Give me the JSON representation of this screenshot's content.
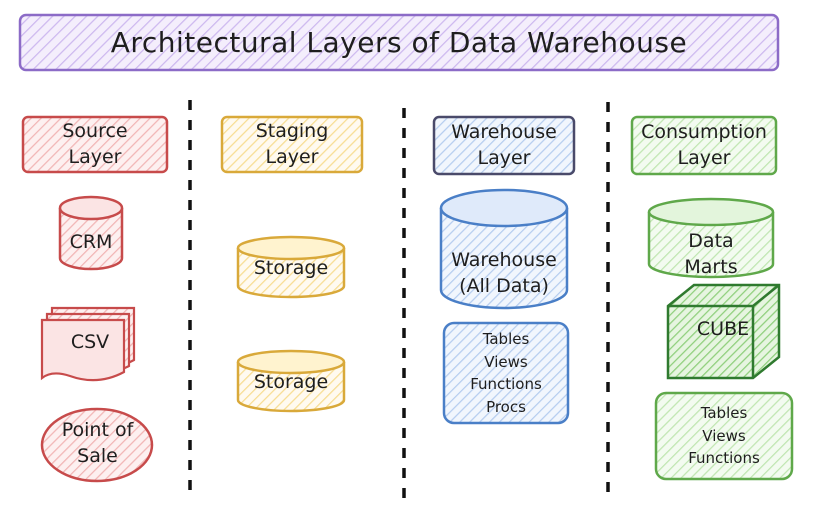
{
  "title": "Architectural Layers of Data Warehouse",
  "colors": {
    "purple": "#8c6bc7",
    "purple_fill": "#d9c8f2",
    "red": "#c74b4b",
    "red_fill": "#f6c9c9",
    "yellow": "#d9a93a",
    "yellow_fill": "#fbe7a6",
    "blue": "#4a7fc7",
    "blue_fill": "#c6daf5",
    "green": "#5fa84a",
    "green_fill": "#cfecc4",
    "dark_green": "#2f7a2f"
  },
  "layers": {
    "source": {
      "label": "Source\nLayer",
      "items": [
        "CRM",
        "CSV",
        "Point of\nSale"
      ]
    },
    "staging": {
      "label": "Staging\nLayer",
      "items": [
        "Storage",
        "Storage"
      ]
    },
    "warehouse": {
      "label": "Warehouse\nLayer",
      "items": [
        "Warehouse\n(All Data)",
        "Tables\nViews\nFunctions\nProcs"
      ]
    },
    "consumption": {
      "label": "Consumption\nLayer",
      "items": [
        "Data\nMarts",
        "CUBE",
        "Tables\nViews\nFunctions"
      ]
    }
  },
  "icons": {
    "source_crm": "cylinder",
    "source_csv": "document-stack",
    "source_pos": "ellipse",
    "staging_storage": "cylinder",
    "warehouse_store": "cylinder",
    "warehouse_objects": "rounded-rectangle",
    "consumption_marts": "cylinder",
    "consumption_cube": "cube",
    "consumption_objects": "rounded-rectangle"
  }
}
